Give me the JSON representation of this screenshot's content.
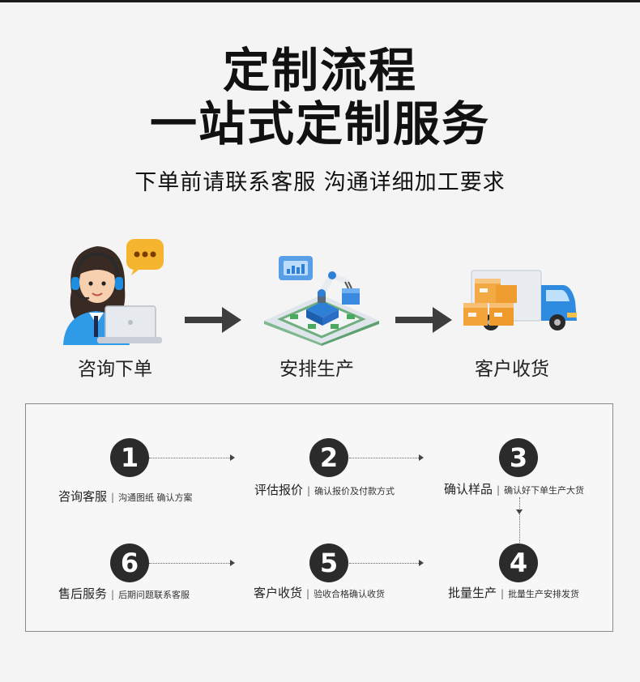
{
  "header": {
    "title_line1": "定制流程",
    "title_line2": "一站式定制服务",
    "subtitle": "下单前请联系客服 沟通详细加工要求"
  },
  "flow": [
    {
      "label": "咨询下单",
      "icon": "customer-service-agent-icon"
    },
    {
      "label": "安排生产",
      "icon": "robot-production-line-icon"
    },
    {
      "label": "客户收货",
      "icon": "delivery-truck-icon"
    }
  ],
  "process": [
    {
      "number": "1",
      "title": "咨询客服",
      "desc": "沟通图纸 确认方案"
    },
    {
      "number": "2",
      "title": "评估报价",
      "desc": "确认报价及付款方式"
    },
    {
      "number": "3",
      "title": "确认样品",
      "desc": "确认好下单生产大货"
    },
    {
      "number": "4",
      "title": "批量生产",
      "desc": "批量生产安排发货"
    },
    {
      "number": "5",
      "title": "客户收货",
      "desc": "验收合格确认收货"
    },
    {
      "number": "6",
      "title": "售后服务",
      "desc": "后期问题联系客服"
    }
  ],
  "separator": "|",
  "colors": {
    "circle": "#2b2b2b",
    "accent_blue": "#1e8fe0",
    "box_orange": "#f2a33a",
    "arrow": "#3d3d3d"
  }
}
